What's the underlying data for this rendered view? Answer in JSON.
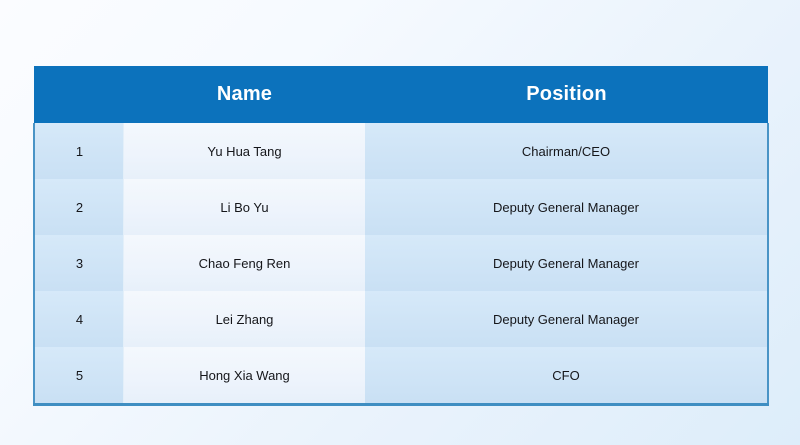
{
  "table": {
    "columns": [
      {
        "key": "index",
        "label": ""
      },
      {
        "key": "name",
        "label": "Name"
      },
      {
        "key": "position",
        "label": "Position"
      }
    ],
    "rows": [
      {
        "index": "1",
        "name": "Yu Hua Tang",
        "position": "Chairman/CEO"
      },
      {
        "index": "2",
        "name": "Li Bo Yu",
        "position": "Deputy General Manager"
      },
      {
        "index": "3",
        "name": "Chao Feng Ren",
        "position": "Deputy General Manager"
      },
      {
        "index": "4",
        "name": "Lei Zhang",
        "position": "Deputy General Manager"
      },
      {
        "index": "5",
        "name": "Hong Xia Wang",
        "position": "CFO"
      }
    ]
  },
  "colors": {
    "header_blue": "#0c72bc",
    "header_text": "#ffffff",
    "index_column": "#d3e7f8",
    "name_column": "#f0f5fc",
    "position_column": "#d3e7f8",
    "table_border": "#4a94c6",
    "body_text": "#15161a",
    "page_background_start": "#fbfcff",
    "page_background_end": "#ddedfa"
  }
}
